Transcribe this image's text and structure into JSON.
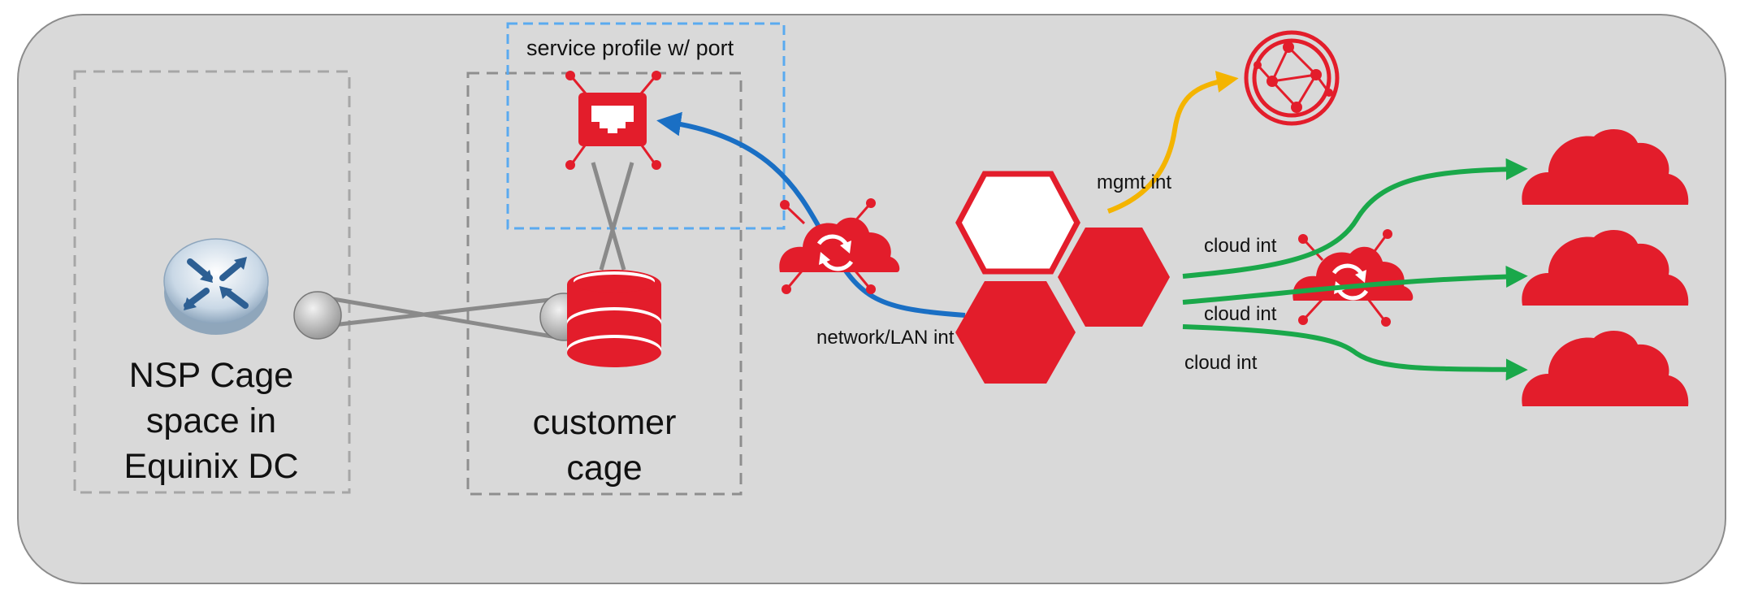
{
  "labels": {
    "service_profile": "service profile w/ port",
    "nsp_cage_line1": "NSP Cage",
    "nsp_cage_line2": "space in",
    "nsp_cage_line3": "Equinix DC",
    "customer_cage_line1": "customer",
    "customer_cage_line2": "cage",
    "mgmt_int": "mgmt int",
    "network_lan_int": "network/LAN int",
    "cloud_int_1": "cloud int",
    "cloud_int_2": "cloud int",
    "cloud_int_3": "cloud int"
  },
  "colors": {
    "panel_bg": "#d9d9d9",
    "brand_red": "#e31d2b",
    "blue_link": "#1a6fc4",
    "green_link": "#1aa84a",
    "yellow_link": "#f4b400",
    "gray_link": "#8a8a8a",
    "dashed_box": "#9c9c9c",
    "service_box": "#5aaaf0"
  },
  "icons": {
    "router": "router-icon",
    "port": "ethernet-port-icon",
    "database": "database-icon",
    "internet": "globe-network-icon",
    "edge_device": "cloud-sync-icon",
    "hexagons": "hexagon-cluster-icon",
    "clouds": "cloud-icon"
  }
}
